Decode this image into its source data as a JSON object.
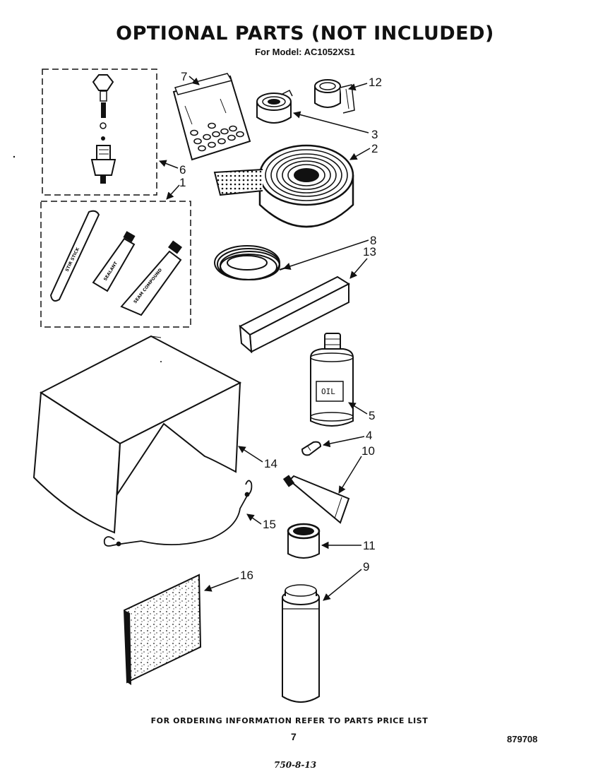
{
  "header": {
    "title": "OPTIONAL PARTS (NOT INCLUDED)",
    "subtitle": "For Model: AC1052XS1"
  },
  "parts": [
    {
      "key": "p1",
      "callout": "1"
    },
    {
      "key": "p2",
      "callout": "2"
    },
    {
      "key": "p3",
      "callout": "3"
    },
    {
      "key": "p4",
      "callout": "4"
    },
    {
      "key": "p5",
      "callout": "5"
    },
    {
      "key": "p6",
      "callout": "6"
    },
    {
      "key": "p7",
      "callout": "7"
    },
    {
      "key": "p8",
      "callout": "8"
    },
    {
      "key": "p9",
      "callout": "9"
    },
    {
      "key": "p10",
      "callout": "10"
    },
    {
      "key": "p11",
      "callout": "11"
    },
    {
      "key": "p12",
      "callout": "12"
    },
    {
      "key": "p13",
      "callout": "13"
    },
    {
      "key": "p14",
      "callout": "14"
    },
    {
      "key": "p15",
      "callout": "15"
    },
    {
      "key": "p16",
      "callout": "16"
    }
  ],
  "labels": {
    "stick": "STIR STICK",
    "tube_small": "SEALANT",
    "tube_large": "SEAM COMPOUND",
    "oil": "OIL"
  },
  "footer": {
    "note": "FOR ORDERING INFORMATION REFER TO PARTS PRICE LIST",
    "page": "7",
    "doc_number": "879708",
    "handwritten": "750-8-13"
  },
  "colors": {
    "ink": "#111111",
    "paper": "#ffffff"
  }
}
